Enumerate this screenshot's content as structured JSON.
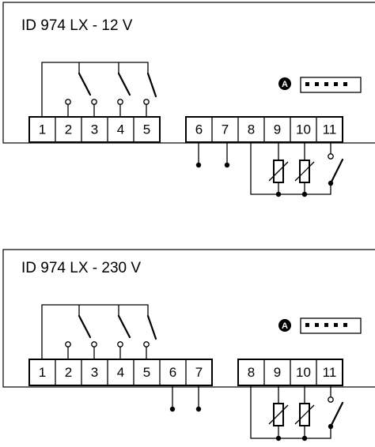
{
  "diagrams": [
    {
      "title": "ID 974 LX - 12 V",
      "connector_badge": "A",
      "terminal_blocks": [
        {
          "terminals": [
            "1",
            "2",
            "3",
            "4",
            "5"
          ]
        },
        {
          "terminals": [
            "6",
            "7",
            "8",
            "9",
            "10",
            "11"
          ]
        }
      ]
    },
    {
      "title": "ID 974 LX - 230 V",
      "connector_badge": "A",
      "terminal_blocks": [
        {
          "terminals": [
            "1",
            "2",
            "3",
            "4",
            "5",
            "6",
            "7"
          ]
        },
        {
          "terminals": [
            "8",
            "9",
            "10",
            "11"
          ]
        }
      ]
    }
  ],
  "colors": {
    "ink": "#000000",
    "paper": "#ffffff"
  }
}
